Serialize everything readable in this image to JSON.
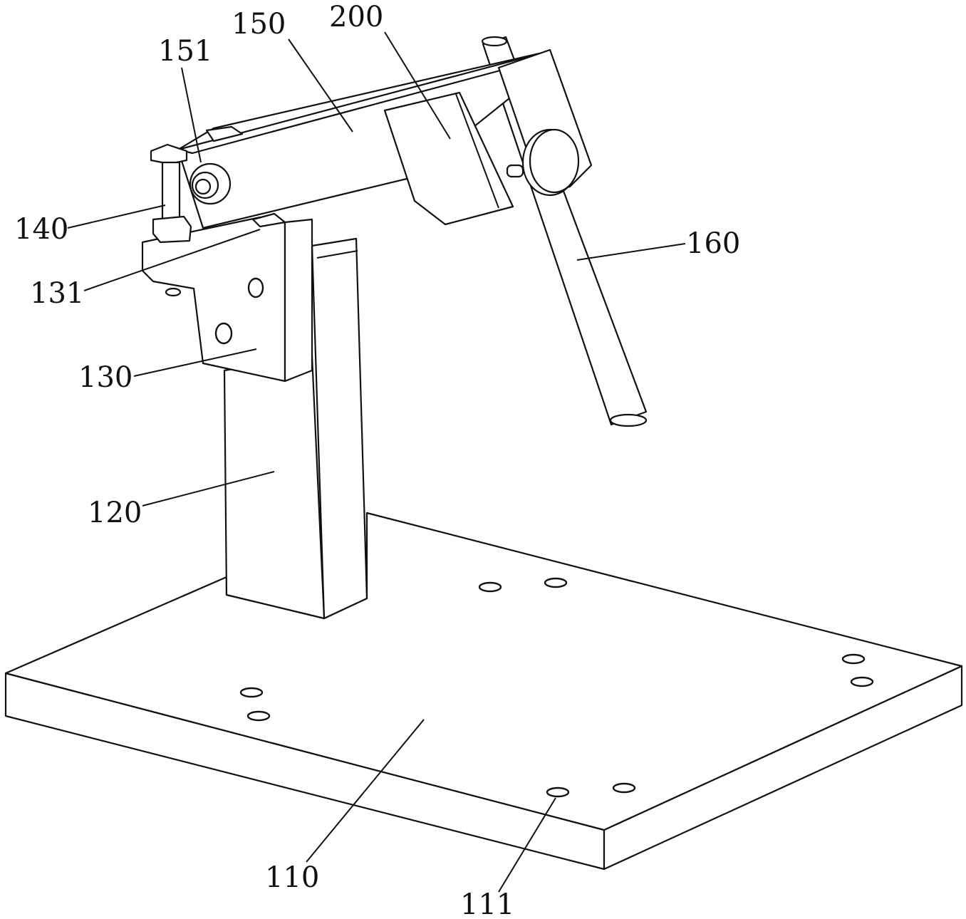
{
  "figure": {
    "labels": {
      "l151": "151",
      "l150": "150",
      "l200": "200",
      "l140": "140",
      "l160": "160",
      "l131": "131",
      "l130": "130",
      "l120": "120",
      "l110": "110",
      "l111": "111"
    }
  }
}
